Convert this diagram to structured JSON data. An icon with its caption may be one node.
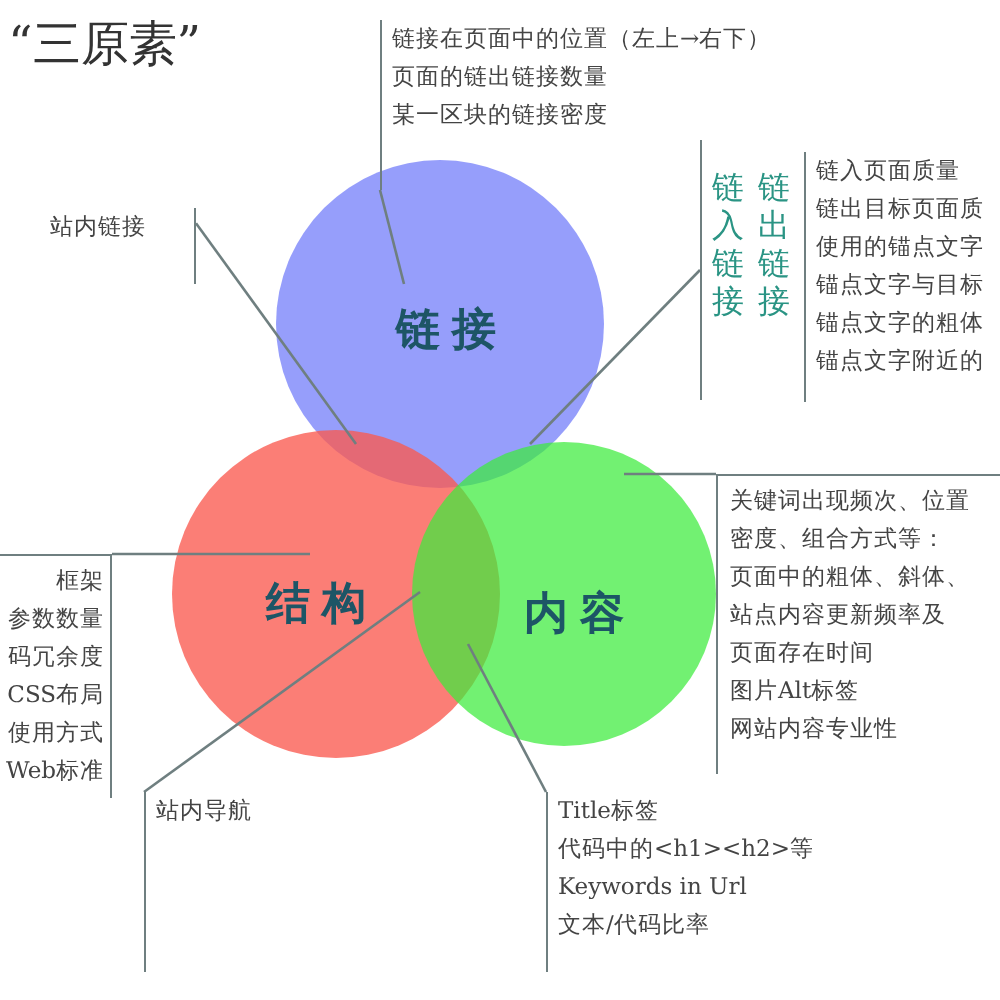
{
  "diagram": {
    "title": "“三原素”",
    "nodes": [
      {
        "text": [
          "链接"
        ]
      },
      {
        "text": [
          "结构"
        ]
      },
      {
        "text": [
          "内容"
        ]
      },
      {
        "text": [
          "链接在页面中的位置（左上→右下）",
          "页面的链出链接数量",
          "某一区块的链接密度"
        ]
      },
      {
        "text": [
          "站内链接"
        ]
      },
      {
        "text": [
          "链入链接",
          "链出链接"
        ]
      },
      {
        "text": [
          "链入页面质量",
          "链出目标页面质",
          "使用的锚点文字",
          "锚点文字与目标",
          "锚点文字的粗体",
          "锚点文字附近的"
        ]
      },
      {
        "text": [
          "框架",
          "参数数量",
          "码冗余度",
          "CSS布局",
          "使用方式",
          "Web标准"
        ]
      },
      {
        "text": [
          "关键词出现频次、位置密度、组合方式等：",
          "页面中的粗体、斜体、",
          "站点内容更新频率及",
          "页面存在时间",
          "图片Alt标签",
          "网站内容专业性"
        ]
      },
      {
        "text": [
          "站内导航"
        ]
      },
      {
        "text": [
          "Title标签",
          "代码中的<h1><h2>等",
          "Keywords in Url",
          "文本/代码比率"
        ]
      }
    ],
    "edges": [
      {
        "from": 3,
        "to": 0,
        "arrow": "none"
      },
      {
        "from": 4,
        "to": 0,
        "arrow": "none"
      },
      {
        "from": 5,
        "to": 0,
        "arrow": "none"
      },
      {
        "from": 7,
        "to": 1,
        "arrow": "none"
      },
      {
        "from": 8,
        "to": 2,
        "arrow": "none"
      },
      {
        "from": 9,
        "to": 1,
        "arrow": "none"
      },
      {
        "from": 10,
        "to": 1,
        "arrow": "none"
      }
    ]
  }
}
